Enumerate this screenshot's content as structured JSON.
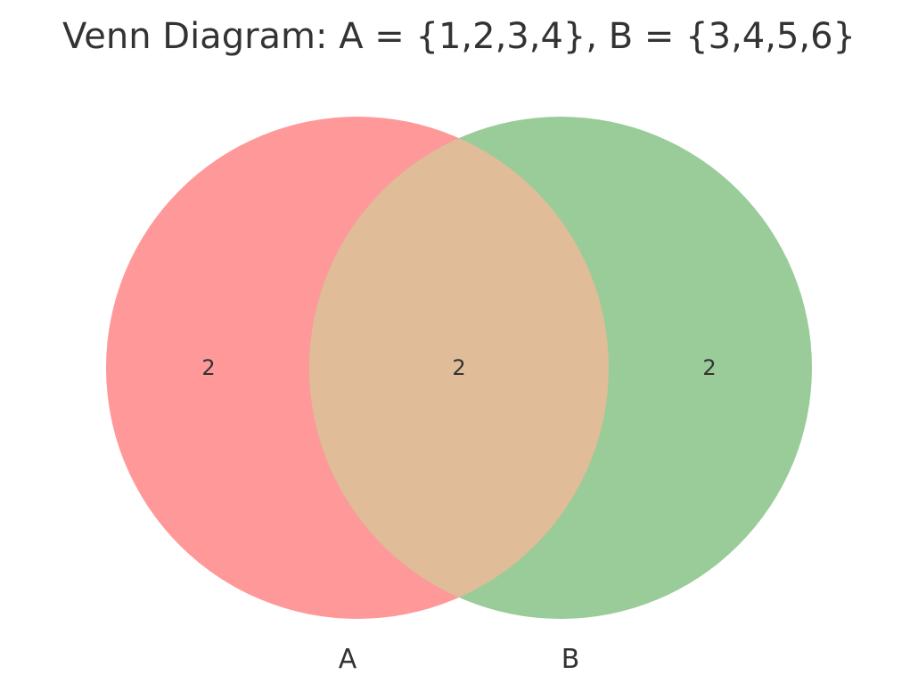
{
  "diagram": {
    "type": "venn",
    "title": "Venn Diagram: A = {1,2,3,4}, B = {3,4,5,6}",
    "sets": [
      {
        "id": "A",
        "label": "A",
        "color": "#ff9999"
      },
      {
        "id": "B",
        "label": "B",
        "color": "#99cc99"
      }
    ],
    "regions": {
      "only_a": {
        "count": "2",
        "color": "#ff9999"
      },
      "intersection": {
        "count": "2",
        "color": "#e0bc98"
      },
      "only_b": {
        "count": "2",
        "color": "#99cc99"
      }
    }
  }
}
